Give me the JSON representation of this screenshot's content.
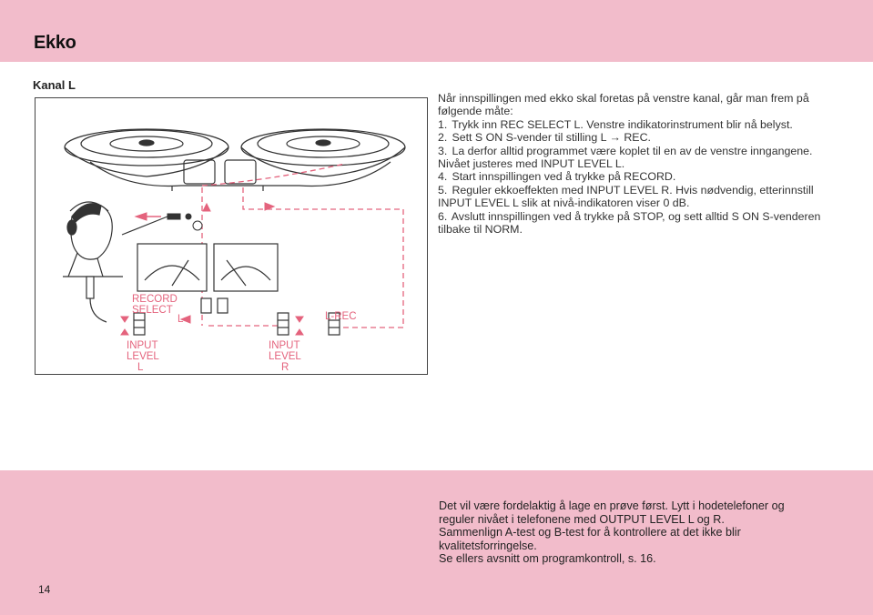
{
  "page": {
    "title": "Ekko",
    "section": "Kanal L",
    "page_number": "14"
  },
  "instructions": {
    "intro": "Når innspillingen med ekko skal foretas på venstre kanal, går man frem på følgende måte:",
    "steps": [
      {
        "num": "1.",
        "text": "Trykk inn REC SELECT L. Venstre indikatorinstrument blir nå belyst."
      },
      {
        "num": "2.",
        "text": "Sett S ON S-vender til stilling L → REC."
      },
      {
        "num": "3.",
        "text": "La derfor alltid programmet være koplet til en av de venstre inngangene. Nivået justeres med INPUT LEVEL L."
      },
      {
        "num": "4.",
        "text": "Start innspillingen ved å trykke på RECORD."
      },
      {
        "num": "5.",
        "text": "Reguler ekkoeffekten med INPUT LEVEL R. Hvis nødvendig, etterinnstill INPUT LEVEL L slik at nivå-indikatoren viser 0 dB."
      },
      {
        "num": "6.",
        "text": "Avslutt innspillingen ved å trykke på STOP, og sett alltid S ON S-venderen tilbake til NORM."
      }
    ]
  },
  "diagram": {
    "labels": {
      "record_select": [
        "RECORD",
        "SELECT"
      ],
      "record_select_l": "L",
      "input_level_l": [
        "INPUT",
        "LEVEL",
        "L"
      ],
      "input_level_r": [
        "INPUT",
        "LEVEL",
        "R"
      ],
      "l_rec": "L-REC"
    },
    "colors": {
      "accent": "#e4637d",
      "line": "#333333"
    }
  },
  "footer": {
    "lines": [
      "Det vil være fordelaktig å lage en prøve først. Lytt i hodetelefoner og",
      "reguler nivået i telefonene med OUTPUT LEVEL L og R.",
      "Sammenlign A-test og B-test for å kontrollere at det ikke blir",
      "kvalitetsforringelse.",
      "Se ellers avsnitt om programkontroll, s. 16."
    ]
  },
  "colors": {
    "band": "#f2bccb",
    "text": "#2a2a2a"
  }
}
